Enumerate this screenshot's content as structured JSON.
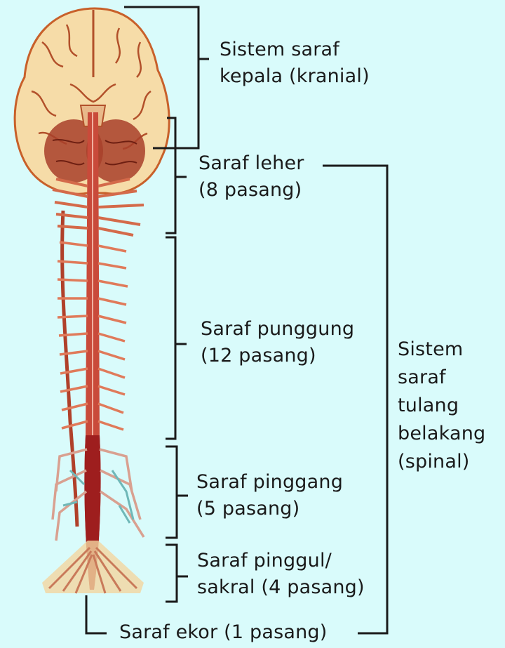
{
  "diagram": {
    "background_color": "#d9fbfb",
    "line_color": "#1a1a1a",
    "nerve_color": "#c0392b",
    "brain_fill": "#f6d9a6",
    "labels": {
      "cranial": {
        "line1": "Sistem saraf",
        "line2": "kepala (kranial)"
      },
      "cervical": {
        "line1": "Saraf leher",
        "line2": "(8 pasang)"
      },
      "thoracic": {
        "line1": "Saraf punggung",
        "line2": "(12 pasang)"
      },
      "lumbar": {
        "line1": "Saraf pinggang",
        "line2": "(5 pasang)"
      },
      "sacral": {
        "line1": "Saraf pinggul/",
        "line2": "sakral (4 pasang)"
      },
      "coccygeal": {
        "line1": "Saraf ekor (1 pasang)"
      },
      "spinal": {
        "line1": "Sistem",
        "line2": "saraf",
        "line3": "tulang",
        "line4": "belakang",
        "line5": "(spinal)"
      }
    }
  }
}
